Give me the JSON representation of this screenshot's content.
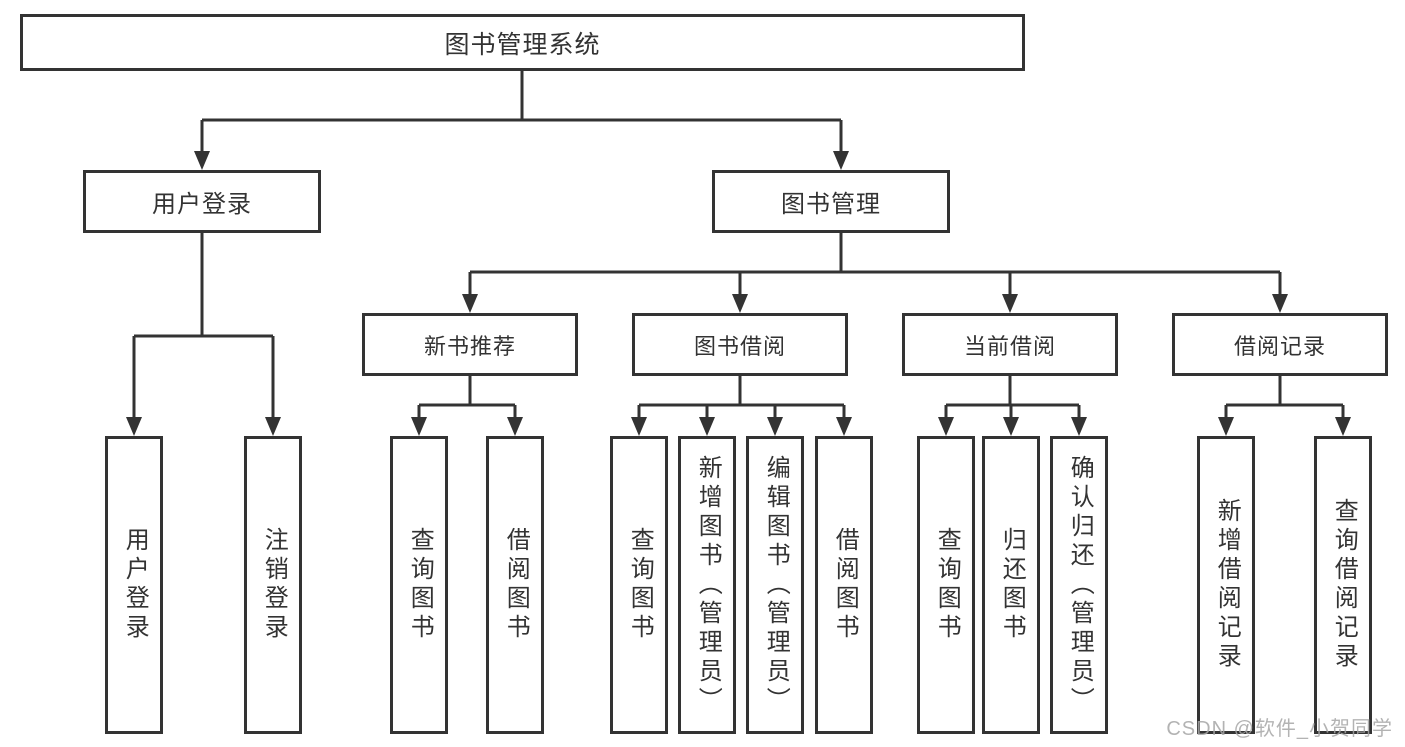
{
  "diagram_title": "图书管理系统",
  "tree": {
    "root": {
      "label": "图书管理系统",
      "children": [
        {
          "label": "用户登录",
          "children": [
            {
              "label": "用户登录"
            },
            {
              "label": "注销登录"
            }
          ]
        },
        {
          "label": "图书管理",
          "children": [
            {
              "label": "新书推荐",
              "children": [
                {
                  "label": "查询图书"
                },
                {
                  "label": "借阅图书"
                }
              ]
            },
            {
              "label": "图书借阅",
              "children": [
                {
                  "label": "查询图书"
                },
                {
                  "label": "新增图书（管理员）"
                },
                {
                  "label": "编辑图书（管理员）"
                },
                {
                  "label": "借阅图书"
                }
              ]
            },
            {
              "label": "当前借阅",
              "children": [
                {
                  "label": "查询图书"
                },
                {
                  "label": "归还图书"
                },
                {
                  "label": "确认归还（管理员）"
                }
              ]
            },
            {
              "label": "借阅记录",
              "children": [
                {
                  "label": "新增借阅记录"
                },
                {
                  "label": "查询借阅记录"
                }
              ]
            }
          ]
        }
      ]
    }
  },
  "watermark": "CSDN @软件_小贺同学",
  "colors": {
    "line": "#333333",
    "text": "#333333",
    "watermark": "#a6a6a6",
    "bg": "#ffffff"
  }
}
